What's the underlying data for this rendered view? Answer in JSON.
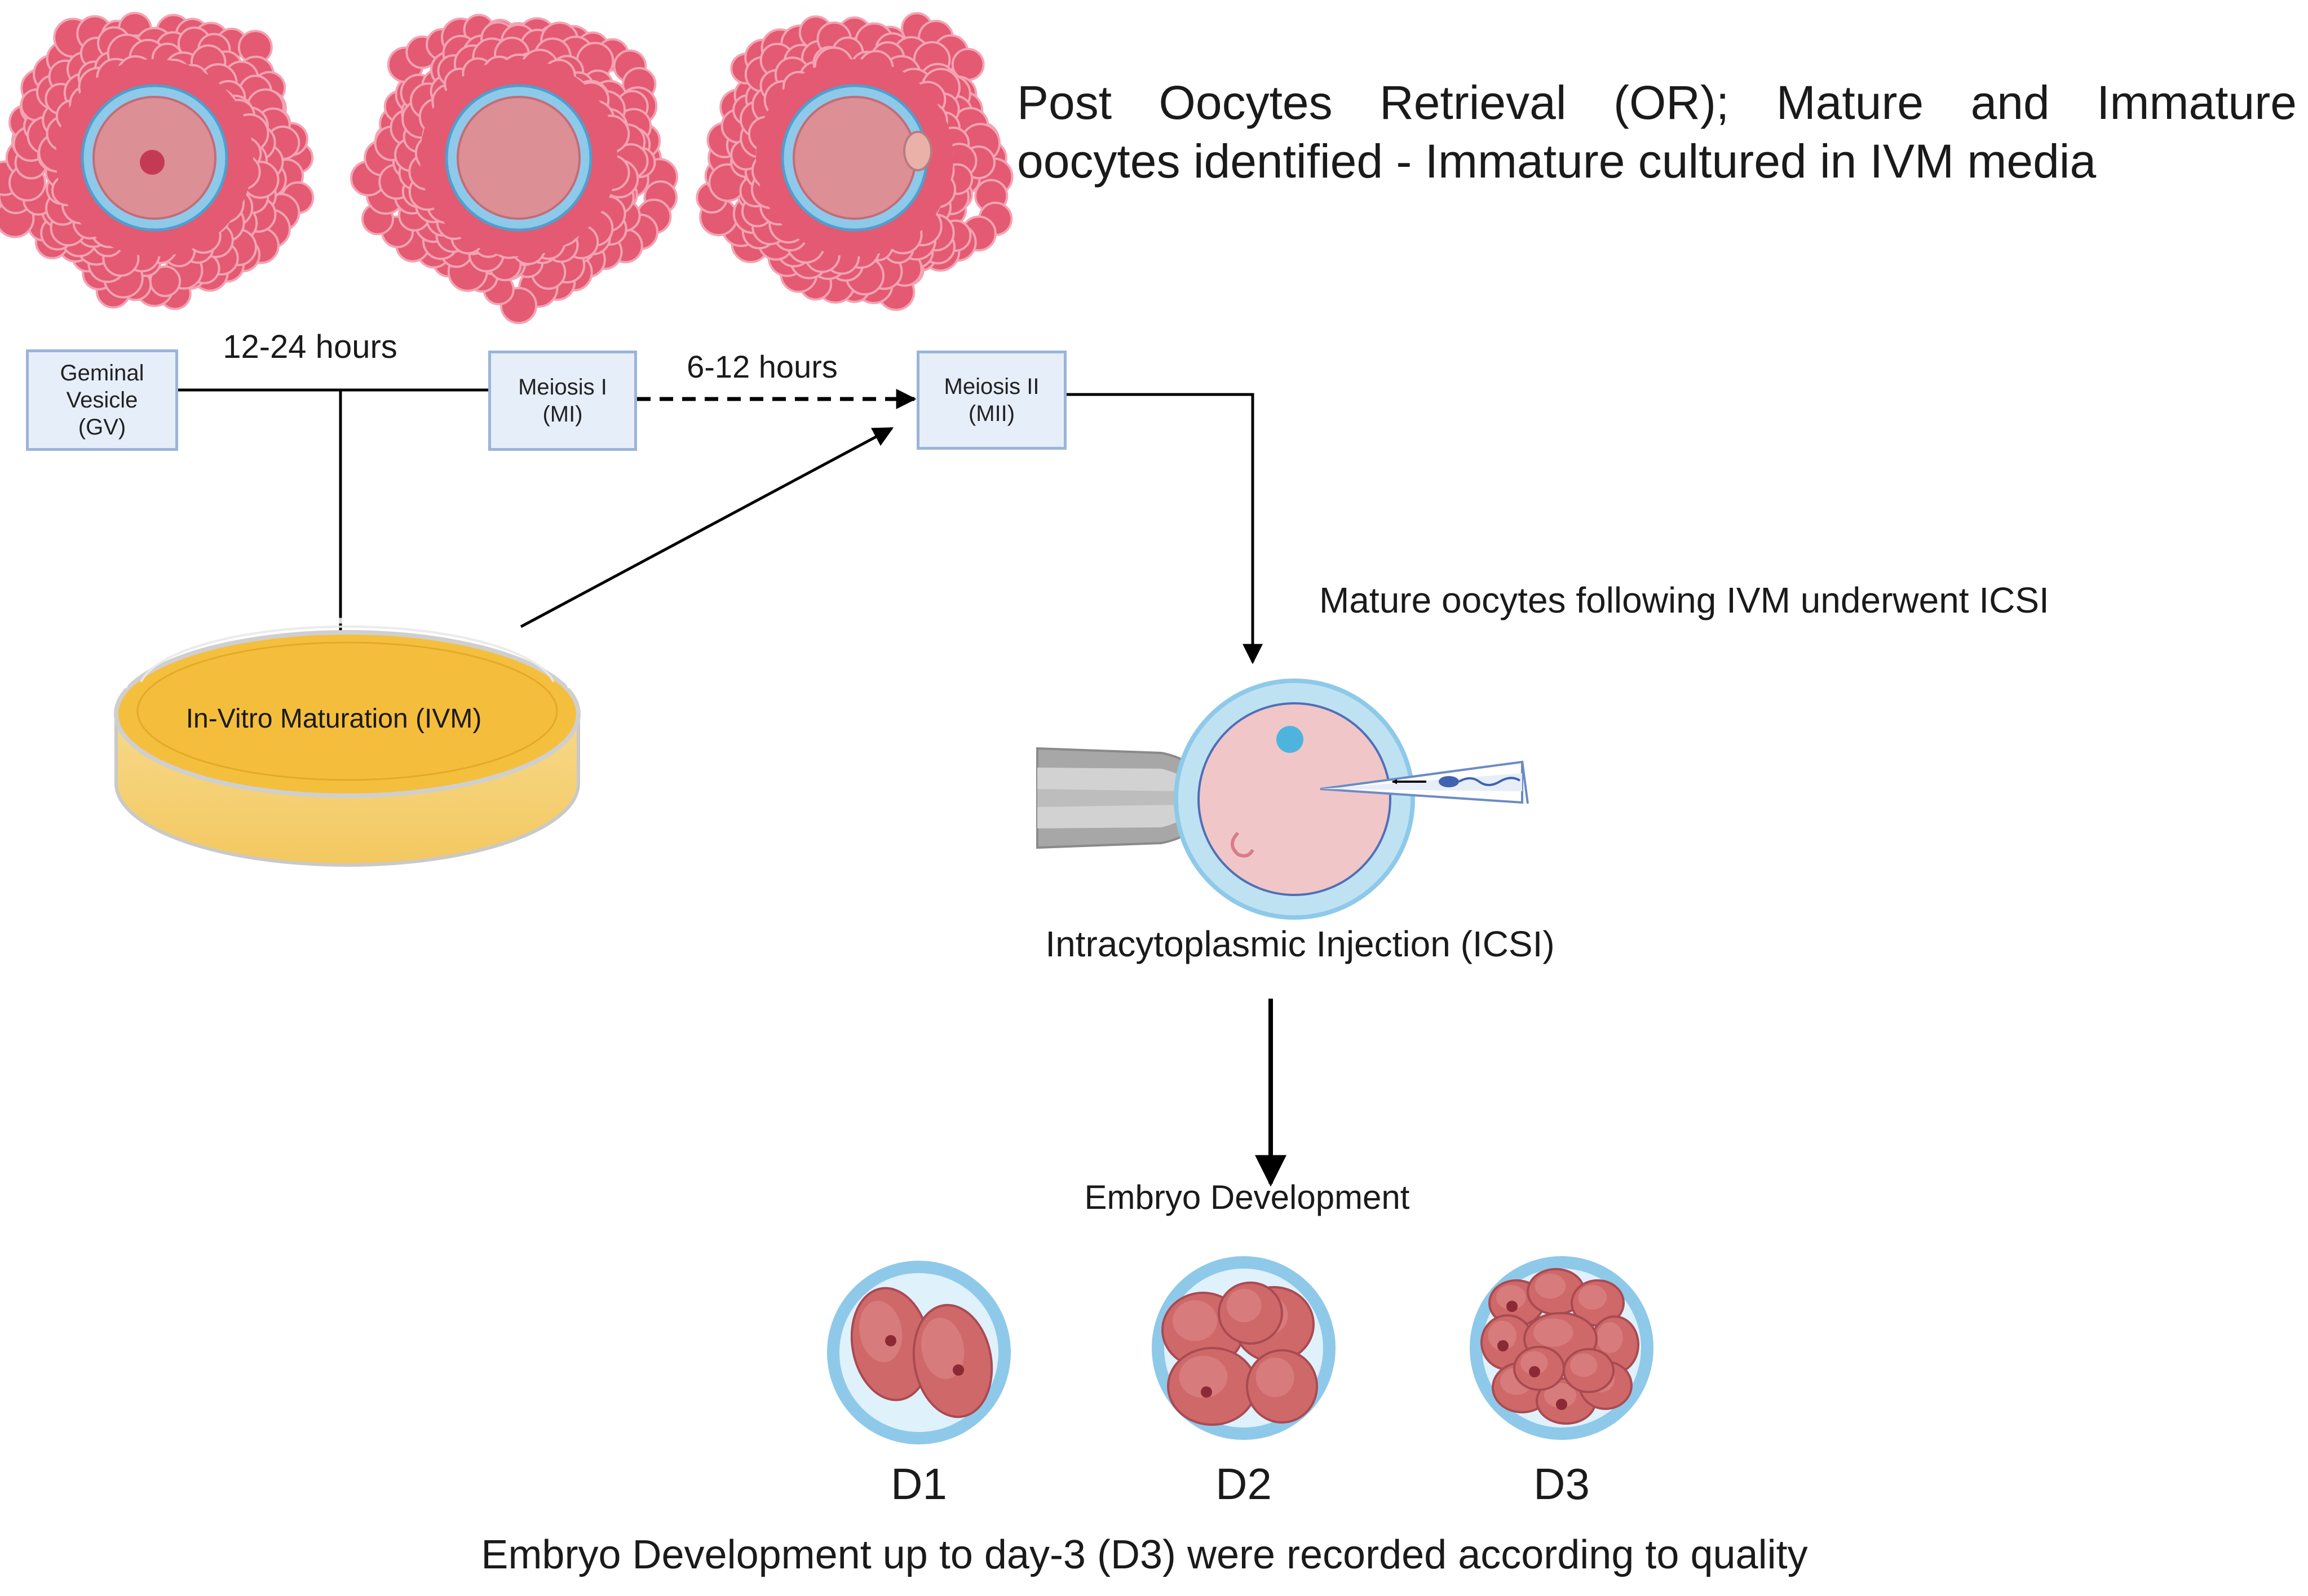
{
  "header": {
    "line1_words": [
      "Post",
      "Oocytes",
      "Retrieval",
      "(OR);",
      "Mature",
      "and",
      "Immature"
    ],
    "line2": "oocytes identified - Immature cultured in IVM media"
  },
  "stages": [
    {
      "id": "gv",
      "lines": [
        "Geminal",
        "Vesicle",
        "(GV)"
      ]
    },
    {
      "id": "mi",
      "lines": [
        "Meiosis I",
        "(MI)"
      ]
    },
    {
      "id": "mii",
      "lines": [
        "Meiosis II",
        "(MII)"
      ]
    }
  ],
  "durations": {
    "gv_to_mi": "12-24 hours",
    "mi_to_mii": "6-12 hours"
  },
  "ivm": {
    "label": "In-Vitro Maturation (IVM)"
  },
  "icsi": {
    "note": "Mature oocytes following IVM underwent ICSI",
    "label": "Intracytoplasmic Injection (ICSI)"
  },
  "embryo": {
    "heading": "Embryo Development",
    "days": [
      "D1",
      "D2",
      "D3"
    ],
    "footer": "Embryo Development up to day-3 (D3) were recorded according to quality"
  },
  "colors": {
    "cumulus": "#e35a72",
    "oocyte": "#dc8f94",
    "zona": "#8ec9e9",
    "box_fill": "#e6eef9",
    "box_border": "#9bb4d8",
    "media": "#f4bd3c",
    "embryo_cell": "#cf6868"
  },
  "icons": [
    "cumulus-oocyte-complex-icon",
    "petri-dish-icon",
    "holding-pipette-icon",
    "injection-needle-icon",
    "sperm-icon",
    "embryo-icon"
  ]
}
